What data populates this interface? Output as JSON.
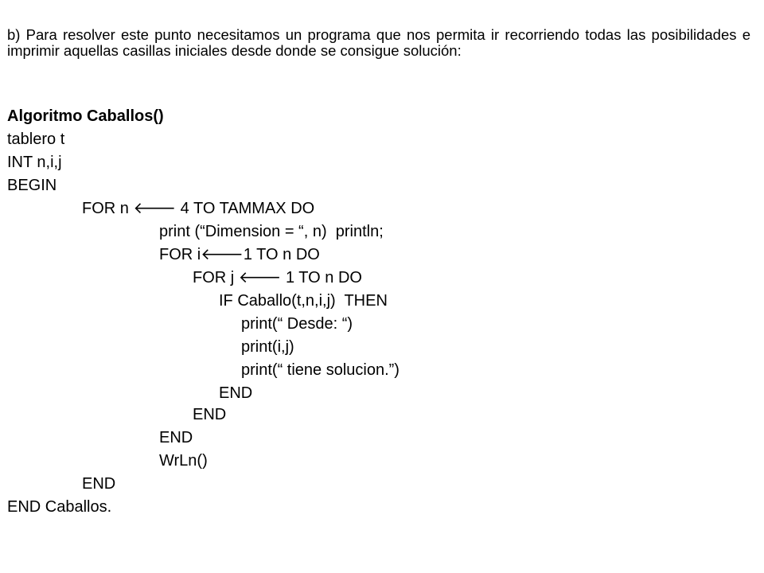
{
  "intro": "b) Para resolver este punto necesitamos un programa que nos permita ir recorriendo todas las posibilidades e imprimir aquellas casillas iniciales desde donde se consigue solución:",
  "code": {
    "l01": "Algoritmo Caballos()",
    "l02": "tablero t",
    "l03": "INT n,i,j",
    "l04": "BEGIN",
    "l05a": "FOR n ",
    "l05_arrow": "🡐",
    "l05b": " 4 TO TAMMAX DO",
    "l06": "print (“Dimension = “, n)  println;",
    "l07a": "FOR i",
    "l07_arrow": "🡐",
    "l07b": "1 TO n DO",
    "l08a": "FOR j ",
    "l08_arrow": "🡐",
    "l08b": " 1 TO n DO",
    "l09": "IF Caballo(t,n,i,j)  THEN",
    "l10": "print(“ Desde: “)",
    "l11": "print(i,j)",
    "l12": "print(“ tiene solucion.”)",
    "l13": "END",
    "l14": "END",
    "l15": "END",
    "l16": "WrLn()",
    "l17": "END",
    "l18": "END Caballos."
  }
}
